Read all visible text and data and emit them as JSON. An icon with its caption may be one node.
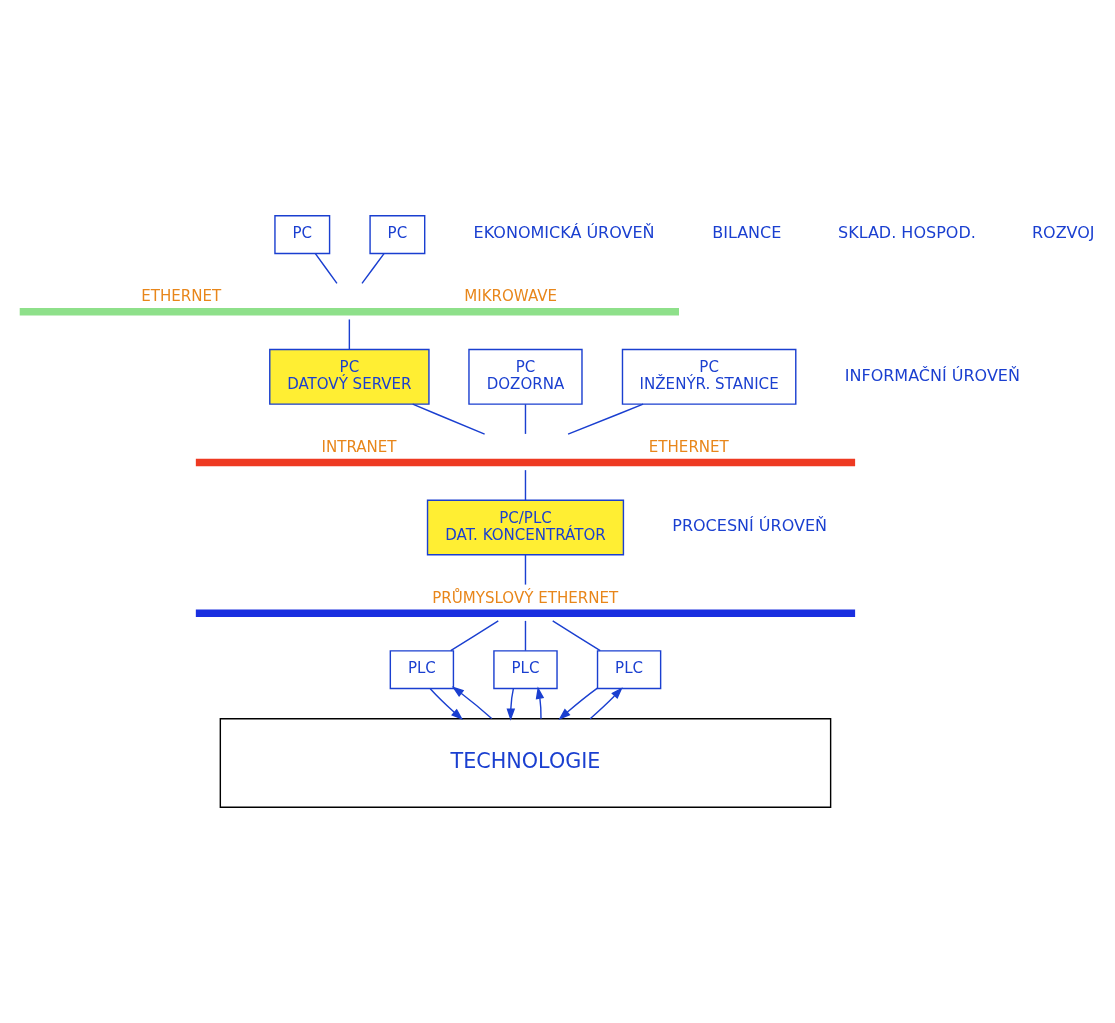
{
  "diagram": {
    "nodes": [
      {
        "text": [
          "PC"
        ]
      },
      {
        "text": [
          "PC"
        ]
      },
      {
        "text": [
          "ETHERNET",
          "MIKROWAVE"
        ]
      },
      {
        "text": [
          "PC",
          "DOZORNA"
        ]
      },
      {
        "text": [
          "PC",
          "DATOVÝ SERVER"
        ]
      },
      {
        "text": [
          "PC",
          "INŽENÝR. STANICE"
        ]
      },
      {
        "text": [
          "INTRANET",
          "ETHERNET"
        ]
      },
      {
        "text": [
          "PC/PLC",
          "DAT. KONCENTRÁTOR"
        ]
      },
      {
        "text": [
          "PRŮMYSLOVÝ ETHERNET"
        ]
      },
      {
        "text": [
          "PLC"
        ]
      },
      {
        "text": [
          "PLC"
        ]
      },
      {
        "text": [
          "PLC"
        ]
      },
      {
        "text": [
          "TECHNOLOGIE"
        ]
      }
    ],
    "edges": [
      {
        "from": 0,
        "to": 2,
        "arrow": "none"
      },
      {
        "from": 1,
        "to": 2,
        "arrow": "none"
      },
      {
        "from": 2,
        "to": 4,
        "arrow": "none"
      },
      {
        "from": 3,
        "to": 6,
        "arrow": "none"
      },
      {
        "from": 4,
        "to": 6,
        "arrow": "none"
      },
      {
        "from": 5,
        "to": 6,
        "arrow": "none"
      },
      {
        "from": 6,
        "to": 7,
        "arrow": "none"
      },
      {
        "from": 7,
        "to": 8,
        "arrow": "none"
      },
      {
        "from": 8,
        "to": 9,
        "arrow": "none"
      },
      {
        "from": 8,
        "to": 10,
        "arrow": "none"
      },
      {
        "from": 8,
        "to": 11,
        "arrow": "none"
      },
      {
        "from": 9,
        "to": 12,
        "arrow": "to"
      },
      {
        "from": 12,
        "to": 9,
        "arrow": "to"
      },
      {
        "from": 10,
        "to": 12,
        "arrow": "to"
      },
      {
        "from": 12,
        "to": 10,
        "arrow": "to"
      },
      {
        "from": 11,
        "to": 12,
        "arrow": "to"
      },
      {
        "from": 12,
        "to": 11,
        "arrow": "to"
      }
    ],
    "labels": [
      "EKONOMICKÁ ÚROVEŇ",
      "BILANCE",
      "SKLAD. HOSPOD.",
      "ROZVOJ",
      "INFORMAČNÍ ÚROVEŇ",
      "PROCESNÍ ÚROVEŇ"
    ]
  }
}
